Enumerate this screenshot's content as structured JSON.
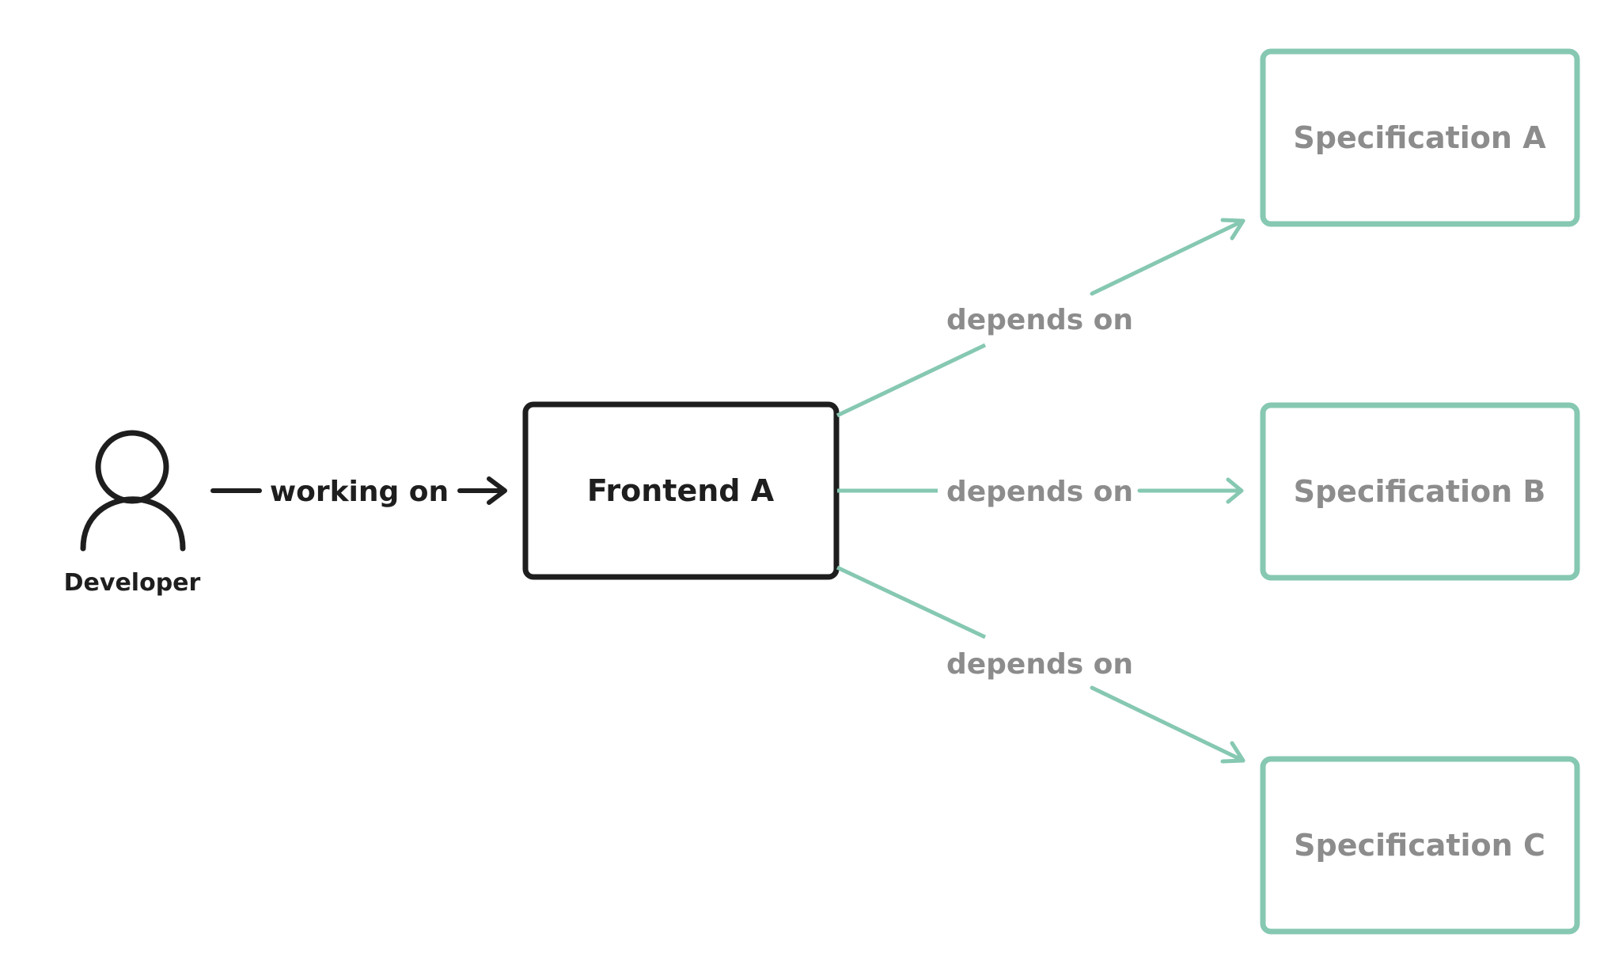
{
  "actor": {
    "label": "Developer"
  },
  "main_node": {
    "label": "Frontend A"
  },
  "actor_edge": {
    "label": "working on"
  },
  "spec_nodes": [
    {
      "label": "Specification A"
    },
    {
      "label": "Specification B"
    },
    {
      "label": "Specification C"
    }
  ],
  "dependency_edges": [
    {
      "label": "depends on"
    },
    {
      "label": "depends on"
    },
    {
      "label": "depends on"
    }
  ],
  "colors": {
    "dark": "#1e1e1e",
    "teal": "#86c8b2",
    "gray_text": "#8c8c8c"
  }
}
